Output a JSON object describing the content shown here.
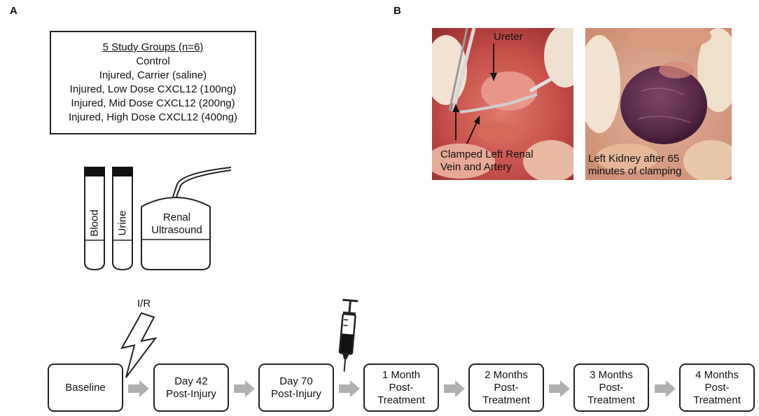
{
  "panels": {
    "a": "A",
    "b": "B"
  },
  "study_groups": {
    "title": "5 Study Groups (n=6)",
    "groups": [
      "Control",
      "Injured, Carrier (saline)",
      "Injured, Low Dose CXCL12 (100ng)",
      "Injured, Mid Dose CXCL12 (200ng)",
      "Injured, High Dose CXCL12 (400ng)"
    ]
  },
  "samples": {
    "blood": "Blood",
    "urine": "Urine",
    "ultrasound": "Renal\nUltrasound"
  },
  "injury_label": "I/R",
  "timeline": [
    "Baseline",
    "Day 42\nPost-Injury",
    "Day 70\nPost-Injury",
    "1 Month\nPost-\nTreatment",
    "2 Months\nPost-\nTreatment",
    "3 Months\nPost-\nTreatment",
    "4 Months\nPost-\nTreatment"
  ],
  "photos": {
    "left": {
      "ureter": "Ureter",
      "clamp": "Clamped Left Renal\nVein and Artery"
    },
    "right": {
      "caption": "Left Kidney after 65\nminutes of clamping"
    }
  },
  "colors": {
    "stroke": "#222222",
    "arrow": "#b0b0b0",
    "tissue": "#c8504a",
    "kidney": "#5a2a4a"
  }
}
